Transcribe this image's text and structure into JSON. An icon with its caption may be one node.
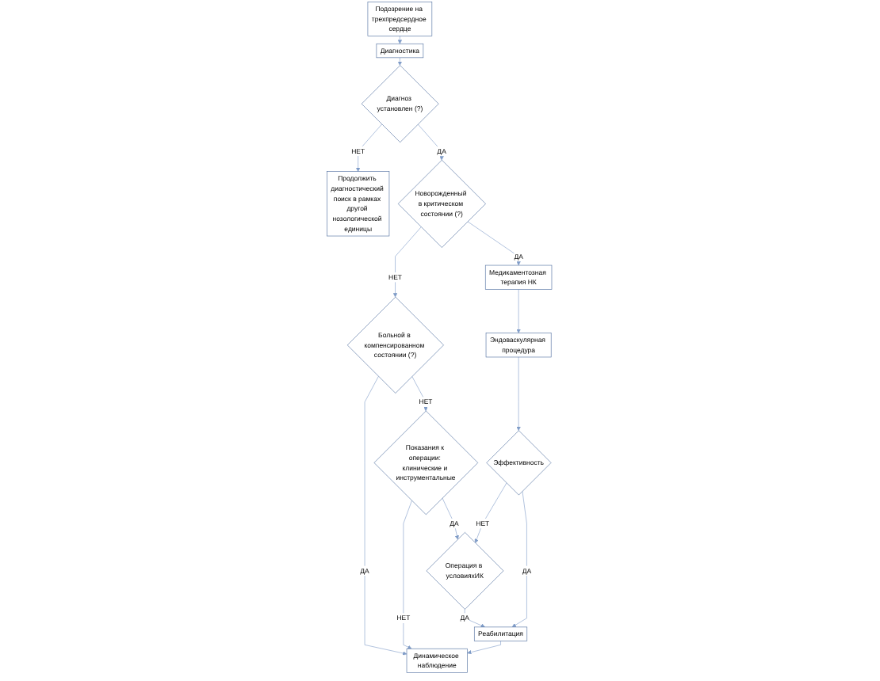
{
  "diagram": {
    "nodes": [
      {
        "text": [
          "Подозрение на трехпредсердное сердце"
        ]
      },
      {
        "text": [
          "Диагностика"
        ]
      },
      {
        "text": [
          "Диагноз установлен (?)"
        ]
      },
      {
        "text": [
          "Продолжить диагностический поиск в рамках другой нозологической единицы"
        ]
      },
      {
        "text": [
          "Новорожденный в критическом состоянии (?)"
        ]
      },
      {
        "text": [
          "Больной в компенсированном состоянии (?)"
        ]
      },
      {
        "text": [
          "Медикаментозная терапия НК"
        ]
      },
      {
        "text": [
          "Показания к операции: клинические и инструментальные"
        ]
      },
      {
        "text": [
          "Эндоваскулярная процедура"
        ]
      },
      {
        "text": [
          "Эффективность"
        ]
      },
      {
        "text": [
          "Операция в условияхИК"
        ]
      },
      {
        "text": [
          "Реабилитация"
        ]
      },
      {
        "text": [
          "Динамическое наблюдение"
        ]
      }
    ],
    "edges": [
      {
        "from": 0,
        "to": 1,
        "arrow": "to"
      },
      {
        "from": 1,
        "to": 2,
        "arrow": "to"
      },
      {
        "from": 2,
        "to": 3,
        "arrow": "to",
        "label": "НЕТ"
      },
      {
        "from": 2,
        "to": 4,
        "arrow": "to",
        "label": "ДА"
      },
      {
        "from": 4,
        "to": 5,
        "arrow": "to",
        "label": "НЕТ"
      },
      {
        "from": 4,
        "to": 6,
        "arrow": "to",
        "label": "ДА"
      },
      {
        "from": 5,
        "to": 12,
        "arrow": "to",
        "label": "ДА"
      },
      {
        "from": 5,
        "to": 7,
        "arrow": "to",
        "label": "НЕТ"
      },
      {
        "from": 7,
        "to": 12,
        "arrow": "to",
        "label": "НЕТ"
      },
      {
        "from": 7,
        "to": 10,
        "arrow": "to",
        "label": "ДА"
      },
      {
        "from": 6,
        "to": 8,
        "arrow": "to"
      },
      {
        "from": 8,
        "to": 9,
        "arrow": "to"
      },
      {
        "from": 9,
        "to": 10,
        "arrow": "to",
        "label": "НЕТ"
      },
      {
        "from": 9,
        "to": 11,
        "arrow": "to",
        "label": "ДА"
      },
      {
        "from": 10,
        "to": 11,
        "arrow": "to",
        "label": "ДА"
      },
      {
        "from": 11,
        "to": 12,
        "arrow": "to"
      }
    ]
  }
}
